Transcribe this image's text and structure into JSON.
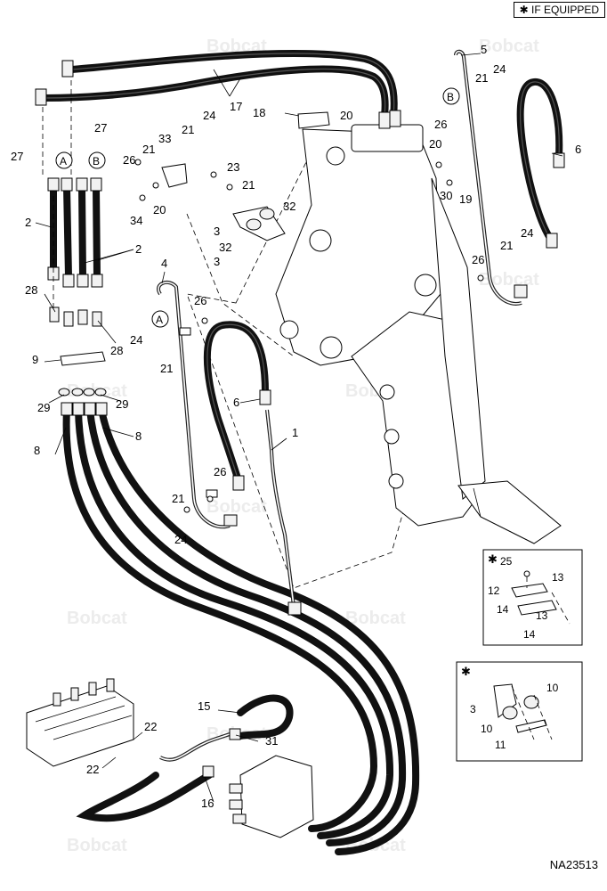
{
  "note": "✱ IF EQUIPPED",
  "drawing_number": "NA23513",
  "watermark": "Bobcat",
  "callouts": {
    "c1": "1",
    "c2a": "2",
    "c2b": "2",
    "c3a": "3",
    "c3b": "3",
    "c3c": "3",
    "c4": "4",
    "c5": "5",
    "c6a": "6",
    "c6b": "6",
    "c8a": "8",
    "c8b": "8",
    "c9": "9",
    "c10a": "10",
    "c10b": "10",
    "c11": "11",
    "c12": "12",
    "c13a": "13",
    "c13b": "13",
    "c14a": "14",
    "c14b": "14",
    "c15": "15",
    "c16": "16",
    "c17": "17",
    "c18": "18",
    "c19": "19",
    "c20a": "20",
    "c20b": "20",
    "c20c": "20",
    "c21a": "21",
    "c21b": "21",
    "c21c": "21",
    "c21d": "21",
    "c21e": "21",
    "c21f": "21",
    "c21g": "21",
    "c22a": "22",
    "c22b": "22",
    "c23": "23",
    "c24a": "24",
    "c24b": "24",
    "c24c": "24",
    "c24d": "24",
    "c24e": "24",
    "c25": "25",
    "c26a": "26",
    "c26b": "26",
    "c26c": "26",
    "c26d": "26",
    "c26e": "26",
    "c27a": "27",
    "c27b": "27",
    "c28a": "28",
    "c28b": "28",
    "c29a": "29",
    "c29b": "29",
    "c30": "30",
    "c31": "31",
    "c32a": "32",
    "c32b": "32",
    "c33": "33",
    "c34": "34"
  },
  "reference_markers": {
    "a1": "A",
    "b1": "B",
    "a2": "A",
    "b2": "B"
  },
  "inset_markers": {
    "inset1_star": "✱",
    "inset2_star": "✱"
  }
}
